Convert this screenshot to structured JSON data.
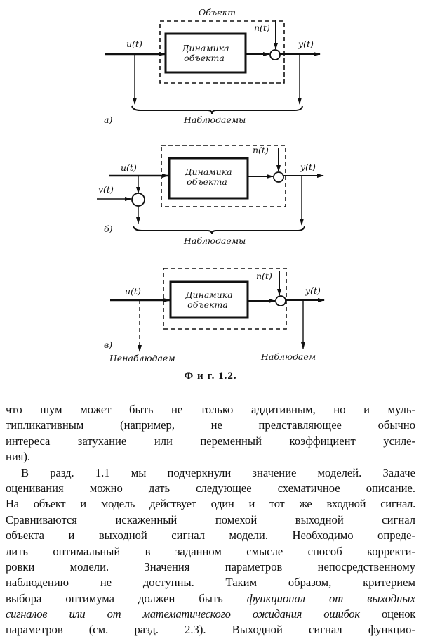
{
  "figure": {
    "caption": "Ф и г. 1.2.",
    "panel_a": {
      "tag": "а)",
      "object_label": "Объект",
      "block_line1": "Динамика",
      "block_line2": "объекта",
      "input": "u(t)",
      "noise": "n(t)",
      "output": "y(t)",
      "observed": "Наблюдаемы"
    },
    "panel_b": {
      "tag": "б)",
      "block_line1": "Динамика",
      "block_line2": "объекта",
      "input": "u(t)",
      "input_noise": "v(t)",
      "noise": "n(t)",
      "output": "y(t)",
      "observed": "Наблюдаемы"
    },
    "panel_c": {
      "tag": "в)",
      "block_line1": "Динамика",
      "block_line2": "объекта",
      "input": "u(t)",
      "noise": "n(t)",
      "output": "y(t)",
      "unobserved": "Ненаблюдаем",
      "observed": "Наблюдаем"
    }
  },
  "text": {
    "l1": "что шум может быть не только аддитивным, но и муль-",
    "l2": "типликативным (например, не представляющее обычно",
    "l3": "интереса затухание или переменный коэффициент усиле-",
    "l4": "ния).",
    "l5": "В разд. 1.1 мы подчеркнули значение моделей. Задаче",
    "l6": "оценивания можно дать следующее схематичное описание.",
    "l7": "На объект и модель действует один и тот же входной сигнал.",
    "l8": "Сравниваются искаженный помехой выходной сигнал",
    "l9": "объекта и выходной сигнал модели. Необходимо опреде-",
    "l10": "лить оптимальный в заданном смысле способ корректи-",
    "l11": "ровки модели. Значения параметров непосредственному",
    "l12": "наблюдению не доступны. Таким образом, критерием",
    "l13a": "выбора оптимума должен быть",
    "l13b": "функционал от выходных",
    "l14a": "сигналов или от математического ожидания ошибок",
    "l14b": "оценок",
    "l15": "параметров (см. разд. 2.3). Выходной сигнал функцио-"
  }
}
